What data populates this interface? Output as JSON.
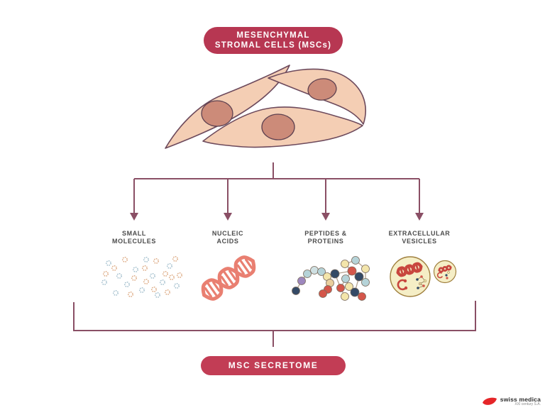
{
  "header": {
    "line1": "MESENCHYMAL",
    "line2": "STROMAL CELLS (MSCs)"
  },
  "branches": [
    {
      "line1": "SMALL",
      "line2": "MOLECULES",
      "icon": "small-molecules-dots-icon"
    },
    {
      "line1": "NUCLEIC",
      "line2": "ACIDS",
      "icon": "dna-helix-icon"
    },
    {
      "line1": "PEPTIDES &",
      "line2": "PROTEINS",
      "icon": "protein-bead-network-icon"
    },
    {
      "line1": "EXTRACELLULAR",
      "line2": "VESICLES",
      "icon": "vesicle-circles-icon"
    }
  ],
  "footer": {
    "title": "MSC SECRETOME"
  },
  "logo": {
    "brand": "swiss medica",
    "tagline": "XXI century S.A."
  },
  "colors": {
    "banner_red": "#b73752",
    "footer_red": "#c23d55",
    "connector": "#8a4f65",
    "label_text": "#4c4c4c",
    "cell_body": "#f4ceb4",
    "cell_outline": "#6d4a5c",
    "cell_nucleus": "#cc8b79",
    "dna_coral": "#e97f71",
    "dot_blue": "#9fbccb",
    "dot_orange": "#dca77f",
    "bead_navy": "#344a66",
    "bead_red": "#d4564a",
    "bead_yellow": "#f3e5ab",
    "bead_lightblue": "#b5d3d8",
    "bead_purple": "#9d87be",
    "vesicle_fill": "#f5eec6",
    "vesicle_outline": "#a0803f",
    "logo_red": "#e52528"
  }
}
